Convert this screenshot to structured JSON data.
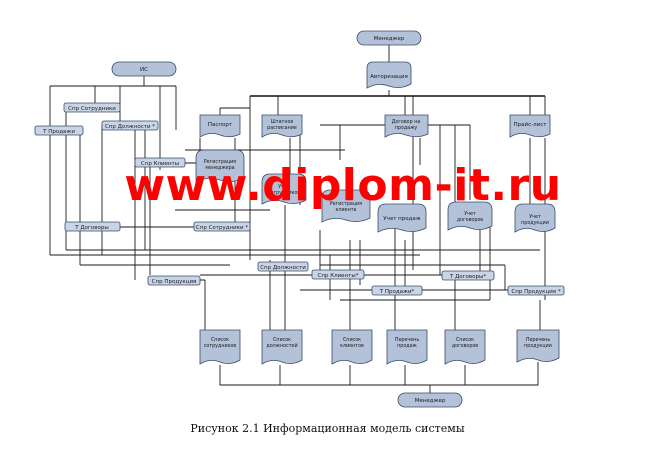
{
  "diagram": {
    "nodes": {
      "manager_top": "Менеджер",
      "authorization": "Авторизация",
      "is": "ИС",
      "passport": "Паспорт",
      "staff_schedule": "Штатное расписание",
      "sales_contract": "Договор на продажу",
      "price_list": "Прайс-лист",
      "spr_employees": "Спр Сотрудники",
      "t_sales": "Т Продажи",
      "spr_positions": "Спр Должности *",
      "spr_clients": "Спр Клиенты",
      "manager_registration": "Регистрация менеджера",
      "employee_accounting": "Учет сотрудников",
      "client_registration": "Регистрация клиента",
      "sales_accounting": "Учет продаж",
      "contracts_accounting": "Учет договоров",
      "products_accounting": "Учет продукции",
      "t_contracts": "Т Договоры",
      "spr_employees_2": "Спр Сотрудники *",
      "spr_positions_2": "Спр Должности",
      "spr_clients_2": "Спр Клиенты*",
      "t_contracts_2": "Т Договоры*",
      "spr_products": "Спр Продукция",
      "t_sales_2": "Т Продажи*",
      "spr_products_2": "Спр Продукция *",
      "list_employees": "Список сотрудников",
      "list_positions": "Список должностей",
      "list_clients": "Список клиентов",
      "list_sales": "Перечень продаж",
      "list_contracts": "Список договоров",
      "list_products": "Перечень продукции",
      "manager_bottom": "Менеджер"
    },
    "watermark": "www.diplom-it.ru",
    "caption": "Рисунок 2.1 Информационная модель системы"
  }
}
